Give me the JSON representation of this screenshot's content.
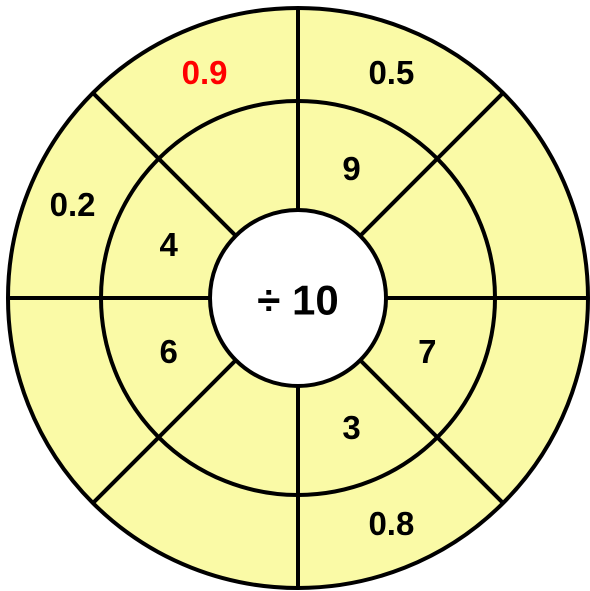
{
  "colors": {
    "fill": "#fafaa6",
    "line": "#000000",
    "center_fill": "#ffffff",
    "text": "#000000",
    "highlight": "#ff0000"
  },
  "wheel": {
    "operation": "÷ 10",
    "inner_ring": [
      "9",
      "",
      "7",
      "3",
      "",
      "6",
      "4",
      ""
    ],
    "outer_ring": [
      "0.9",
      "0.5",
      "",
      "",
      "0.8",
      "",
      "",
      "0.2"
    ],
    "highlighted_outer": [
      0
    ]
  }
}
